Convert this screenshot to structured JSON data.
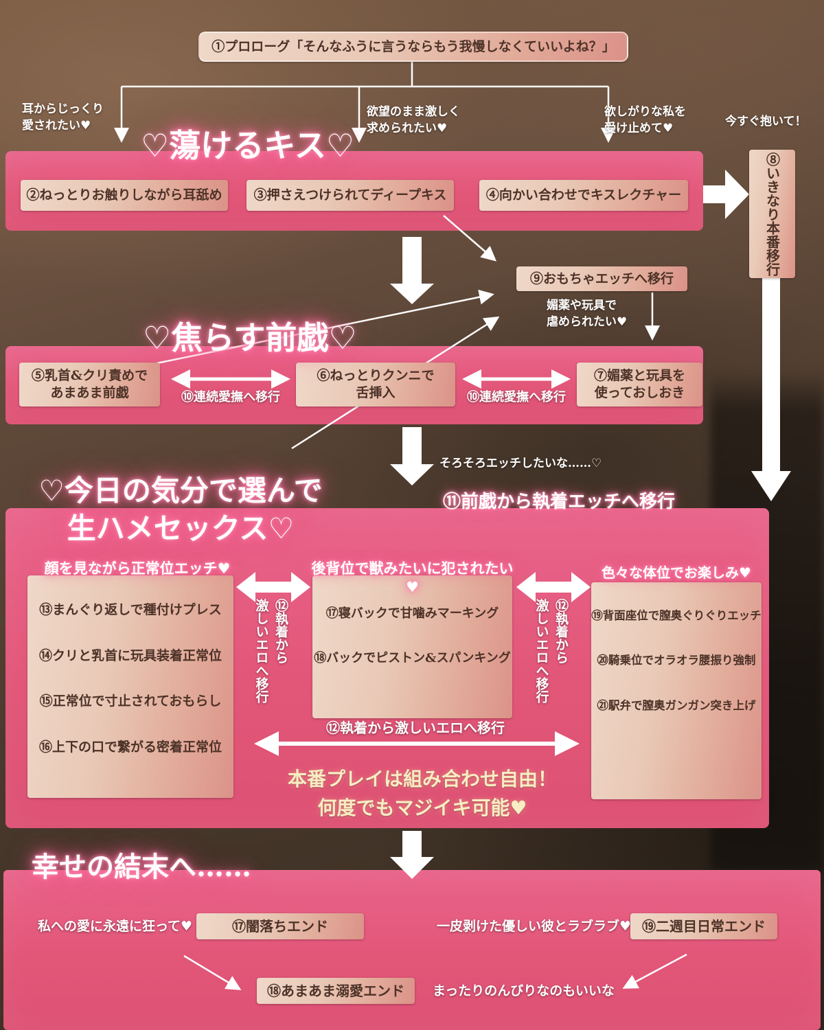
{
  "sec1": {
    "prologue": "①プロローグ「そんなふうに言うならもう我慢しなくていいよね？」",
    "title": "♡蕩けるキス♡",
    "label_ear": "耳からじっくり\n愛されたい♥",
    "label_desire": "欲望のまま激しく\n求められたい♥",
    "label_accept": "欲しがりな私を\n受け止めて♥",
    "label_now": "今すぐ抱いて！",
    "box2": "②ねっとりお触りしながら耳舐め",
    "box3": "③押さえつけられてディープキス",
    "box4": "④向かい合わせでキスレクチャー",
    "box8": "⑧いきなり本番移行"
  },
  "toy": {
    "box9": "⑨おもちゃエッチへ移行",
    "label": "媚薬や玩具で\n虐められたい♥"
  },
  "sec2": {
    "title": "♡焦らす前戯♡",
    "box5": "⑤乳首&クリ責めで\nあまあま前戯",
    "box6": "⑥ねっとりクンニで\n舌挿入",
    "box7": "⑦媚薬と玩具を\n使っておしおき",
    "transfer": "⑩連続愛撫へ移行"
  },
  "sec3": {
    "pre_label": "そろそろエッチしたいな……♡",
    "transition": "⑪前戯から執着エッチへ移行",
    "title": "♡今日の気分で選んで\n生ハメセックス♡",
    "columns": [
      {
        "header": "顔を見ながら正常位エッチ♥",
        "items": [
          "⑬まんぐり返しで種付けプレス",
          "⑭クリと乳首に玩具装着正常位",
          "⑮正常位で寸止されておもらし",
          "⑯上下の口で繋がる密着正常位"
        ]
      },
      {
        "header": "後背位で獣みたいに犯されたい♥",
        "items": [
          "⑰寝バックで甘噛みマーキング",
          "⑱バックでピストン&スパンキング"
        ]
      },
      {
        "header": "色々な体位でお楽しみ♥",
        "items": [
          "⑲背面座位で膣奥ぐりぐりエッチ",
          "⑳騎乗位でオラオラ腰振り強制",
          "㉑駅弁で膣奥ガンガン突き上げ"
        ]
      }
    ],
    "transfer_vertical": "⑫執着から\n激しいエロへ移行",
    "transfer_horizontal": "⑫執着から激しいエロへ移行",
    "note": "本番プレイは組み合わせ自由！\n何度でもマジイキ可能♥"
  },
  "sec4": {
    "title": "幸せの結末へ……",
    "label_dark": "私への愛に永遠に狂って♥",
    "box_dark": "⑰闇落ちエンド",
    "label_love": "一皮剥けた優しい彼とラブラブ♥",
    "box_daily": "⑲二週目日常エンド",
    "box_sweet": "⑱あまあま溺愛エンド",
    "label_chill": "まったりのんびりなのもいいな"
  },
  "colors": {
    "pink_band": "#e4567a",
    "beige_box": "#e9c8b6",
    "glow_pink": "#ff7fa8",
    "note_yellow": "#f8edc3",
    "background_brown": "#52402f",
    "arrow_white": "#ffffff"
  }
}
